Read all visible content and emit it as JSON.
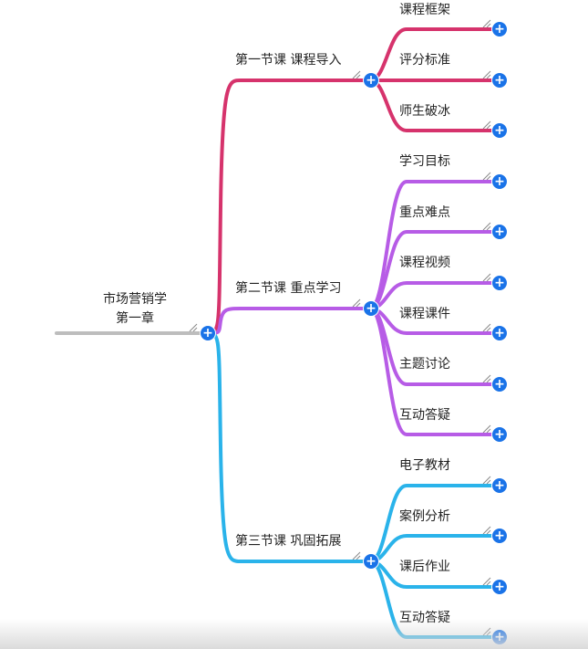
{
  "root": {
    "line1": "市场营销学",
    "line2": "第一章"
  },
  "colors": {
    "root_line": "#bdbdbd",
    "button": "#1a73e8"
  },
  "branches": [
    {
      "title": "第一节课  课程导入",
      "color": "#d6336c",
      "children": [
        "课程框架",
        "评分标准",
        "师生破冰"
      ]
    },
    {
      "title": "第二节课  重点学习",
      "color": "#b75ce6",
      "children": [
        "学习目标",
        "重点难点",
        "课程视频",
        "课程课件",
        "主题讨论",
        "互动答疑"
      ]
    },
    {
      "title": "第三节课  巩固拓展",
      "color": "#2ab3ea",
      "children": [
        "电子教材",
        "案例分析",
        "课后作业",
        "互动答疑"
      ]
    }
  ],
  "expand_icon": "plus-circle-icon",
  "resize_icon": "resize-handle-icon"
}
